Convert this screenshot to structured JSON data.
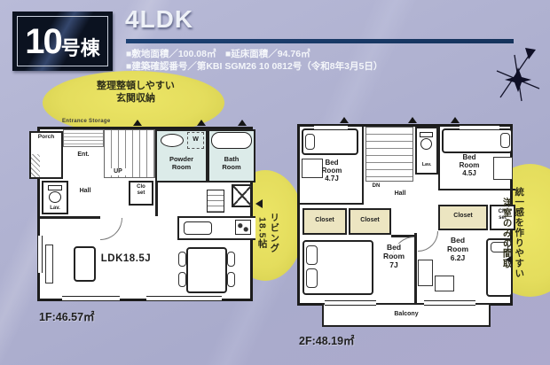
{
  "header": {
    "badge_number": "10",
    "badge_suffix": "号棟",
    "title": "4LDK",
    "spec_area": "■敷地面積／100.08㎡　■延床面積／94.76㎡",
    "spec_permit": "■建築確認番号／第KBI SGM26 10 0812号（令和8年3月5日）"
  },
  "callouts": {
    "entrance_storage_jp": "整理整頓しやすい\n玄関収納",
    "living_jp": "リビング\n18.5帖",
    "western_rooms_jp": "統一感を作りやすい\n洋室のみの間取"
  },
  "floor1": {
    "area_label": "1F:46.57㎡",
    "labels": {
      "porch": "Porch",
      "entrance_storage": "Entrance Storage",
      "ent": "Ent.",
      "up": "UP",
      "powder_room": "Powder\nRoom",
      "washer": "W",
      "bath_room": "Bath\nRoom",
      "hall": "Hall",
      "closet": "Clo\nset",
      "lav": "Lav.",
      "ldk": "LDK18.5J"
    }
  },
  "floor2": {
    "area_label": "2F:48.19㎡",
    "labels": {
      "bedroom_47": "Bed\nRoom\n4.7J",
      "dn": "DN",
      "lav": "Lav.",
      "bedroom_45": "Bed\nRoom\n4.5J",
      "hall": "Hall",
      "closet_1": "Closet",
      "closet_2": "Closet",
      "closet_3": "Closet",
      "closet_4": "Clo\nset",
      "bedroom_7": "Bed\nRoom\n7J",
      "bedroom_62": "Bed\nRoom\n6.2J",
      "balcony": "Balcony"
    }
  }
}
